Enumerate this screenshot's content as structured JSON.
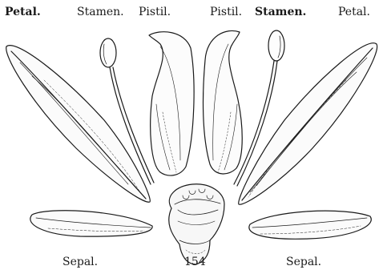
{
  "labels": {
    "petal_left": "Petal.",
    "stamen_left": "Stamen.",
    "pistil_left": "Pistil.",
    "pistil_right": "Pistil.",
    "stamen_right": "Stamen.",
    "petal_right": "Petal.",
    "sepal_left": "Sepal.",
    "figure_number": "154",
    "sepal_right": "Sepal."
  },
  "colors": {
    "ink": "#1a1a1a",
    "paper": "#ffffff"
  }
}
